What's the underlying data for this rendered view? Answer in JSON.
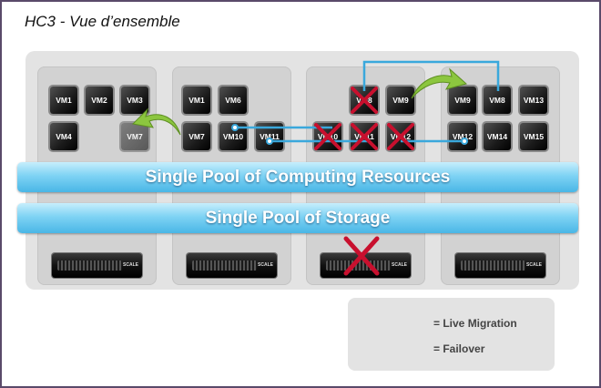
{
  "title": "HC3 - Vue d’ensemble",
  "nodes": [
    {
      "vms": [
        "VM1",
        "VM2",
        "VM3",
        "VM4",
        "VM7"
      ]
    },
    {
      "vms": [
        "VM1",
        "VM6",
        "VM7",
        "VM10",
        "VM11"
      ]
    },
    {
      "vms": [
        "VM8",
        "VM9",
        "VM10",
        "VM11",
        "VM12"
      ]
    },
    {
      "vms": [
        "VM9",
        "VM8",
        "VM13",
        "VM12",
        "VM14",
        "VM15"
      ]
    }
  ],
  "bands": {
    "computing": "Single Pool of Computing Resources",
    "storage": "Single Pool of Storage"
  },
  "server_brand": "SCALE",
  "legend": {
    "migration": "= Live Migration",
    "failover": "= Failover"
  },
  "colors": {
    "pool_band": "#49b6e6",
    "failover_line": "#3aa8dc",
    "migration_arrow": "#8cc63f",
    "failure_x": "#c8102e"
  }
}
